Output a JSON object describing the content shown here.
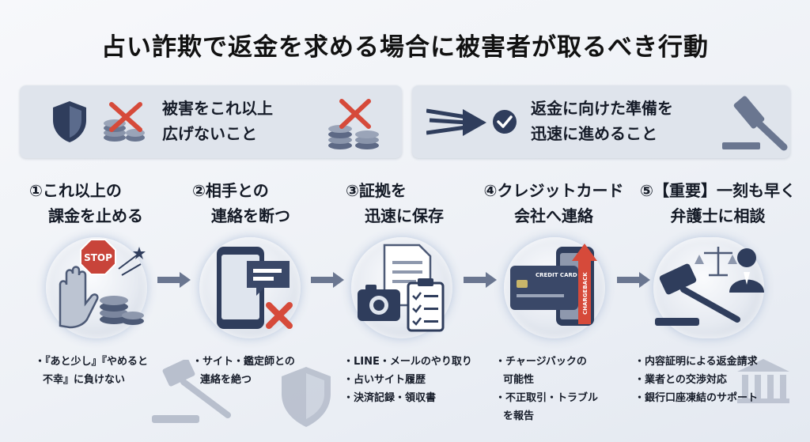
{
  "title": "占い詐欺で返金を求める場合に被害者が取るべき行動",
  "banners": [
    {
      "lines": [
        "被害をこれ以上",
        "広げないこと"
      ]
    },
    {
      "lines": [
        "返金に向けた準備を",
        "迅速に進めること"
      ]
    }
  ],
  "steps": [
    {
      "title": [
        "①これ以上の",
        "課金を止める"
      ],
      "bullets": [
        "・『あと少し』『やめると",
        "不幸』に負けない"
      ],
      "stop_sign": "STOP"
    },
    {
      "title": [
        "②相手との",
        "連絡を断つ"
      ],
      "bullets": [
        "・サイト・鑑定師との",
        "連絡を絶つ"
      ]
    },
    {
      "title": [
        "③証拠を",
        "迅速に保存"
      ],
      "bullets": [
        "・LINE・メールのやり取り",
        "・占いサイト履歴",
        "・決済記録・領収書"
      ]
    },
    {
      "title": [
        "④クレジットカード",
        "会社へ連絡"
      ],
      "bullets": [
        "・チャージバックの",
        "可能性",
        "・不正取引・トラブル",
        "を報告"
      ],
      "card_label": "CREDIT CARD",
      "chargeback_label": "CHARGEBACK"
    },
    {
      "title": [
        "⑤【重要】一刻も早く",
        "弁護士に相談"
      ],
      "bullets": [
        "・内容証明による返金請求",
        "・業者との交渉対応",
        "・銀行口座凍結のサポート"
      ]
    }
  ],
  "colors": {
    "accent_red": "#d64a3a",
    "navy": "#2f3d5c",
    "gray_blue": "#8792a8"
  }
}
